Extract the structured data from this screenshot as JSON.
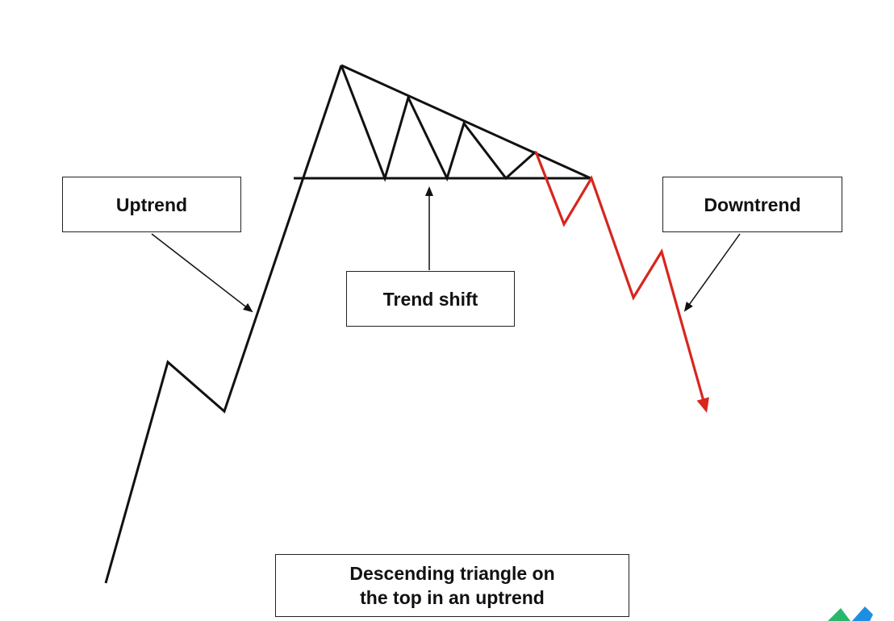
{
  "labels": {
    "uptrend": "Uptrend",
    "downtrend": "Downtrend",
    "trend_shift": "Trend shift",
    "caption_line1": "Descending triangle on",
    "caption_line2": "the top in an uptrend"
  },
  "colors": {
    "line": "#111111",
    "breakdown": "#d7261e",
    "logo_green": "#27b86b",
    "logo_blue": "#1d8fe0"
  },
  "icons": {
    "logo": "brand-logo-icon"
  }
}
